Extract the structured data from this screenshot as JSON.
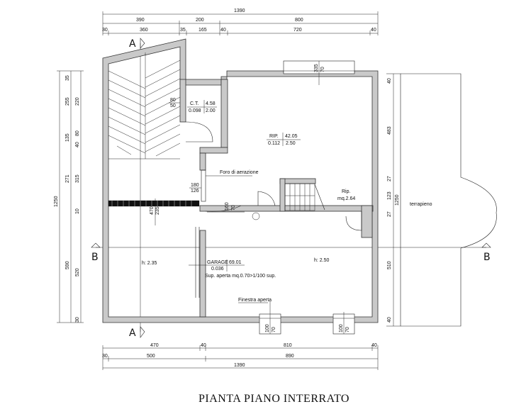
{
  "title": "PIANTA PIANO INTERRATO",
  "sections": {
    "a_top": "A",
    "a_bottom": "A",
    "b_left": "B",
    "b_right": "B"
  },
  "dims_top": {
    "total": "1390",
    "row2": [
      "390",
      "200",
      "800"
    ],
    "row3": [
      "30",
      "360",
      "35",
      "165",
      "40",
      "720",
      "40"
    ]
  },
  "dims_bottom": {
    "row1": [
      "470",
      "40",
      "810",
      "40"
    ],
    "row2": [
      "30",
      "500",
      "890"
    ],
    "total": "1390"
  },
  "dims_left": {
    "total": "1250",
    "outer": [
      "35",
      "255",
      "135",
      "40",
      "271",
      "10",
      "590",
      "30"
    ],
    "inner": [
      "220",
      "80",
      "315",
      "520"
    ]
  },
  "dims_right": [
    "40",
    "483",
    "27",
    "123",
    "27",
    "510",
    "40"
  ],
  "right_total": "1250",
  "window_top": {
    "w": "335",
    "h": "70"
  },
  "window_bl": {
    "w": "100",
    "h": "70"
  },
  "window_br": {
    "w": "100",
    "h": "70"
  },
  "rooms": {
    "ct": {
      "name": "C.T.",
      "area": "4.58",
      "ratio": "0.098",
      "h": "2.00",
      "d1": "80",
      "d2": "50"
    },
    "rip": {
      "name": "RIP.",
      "area": "42.05",
      "ratio": "0.112",
      "h": "2.50"
    },
    "rip2": {
      "name": "Rip.",
      "area": "mq.2.64"
    },
    "garage": {
      "name": "GARAGE",
      "area": "69.01",
      "ratio": "0.036",
      "note": "Sup. aperta mq.0.70>1/100 sup."
    }
  },
  "labels": {
    "foro": "Foro di aerazione",
    "finestra": "Finestra aperta",
    "terrapieno": "terrapieno",
    "h_left": "h: 2.35",
    "h_right": "h: 2.50",
    "d_180": "180",
    "d_126": "126",
    "d_160": "160",
    "d_70": "70",
    "d_470": "470",
    "d_235": "235"
  }
}
